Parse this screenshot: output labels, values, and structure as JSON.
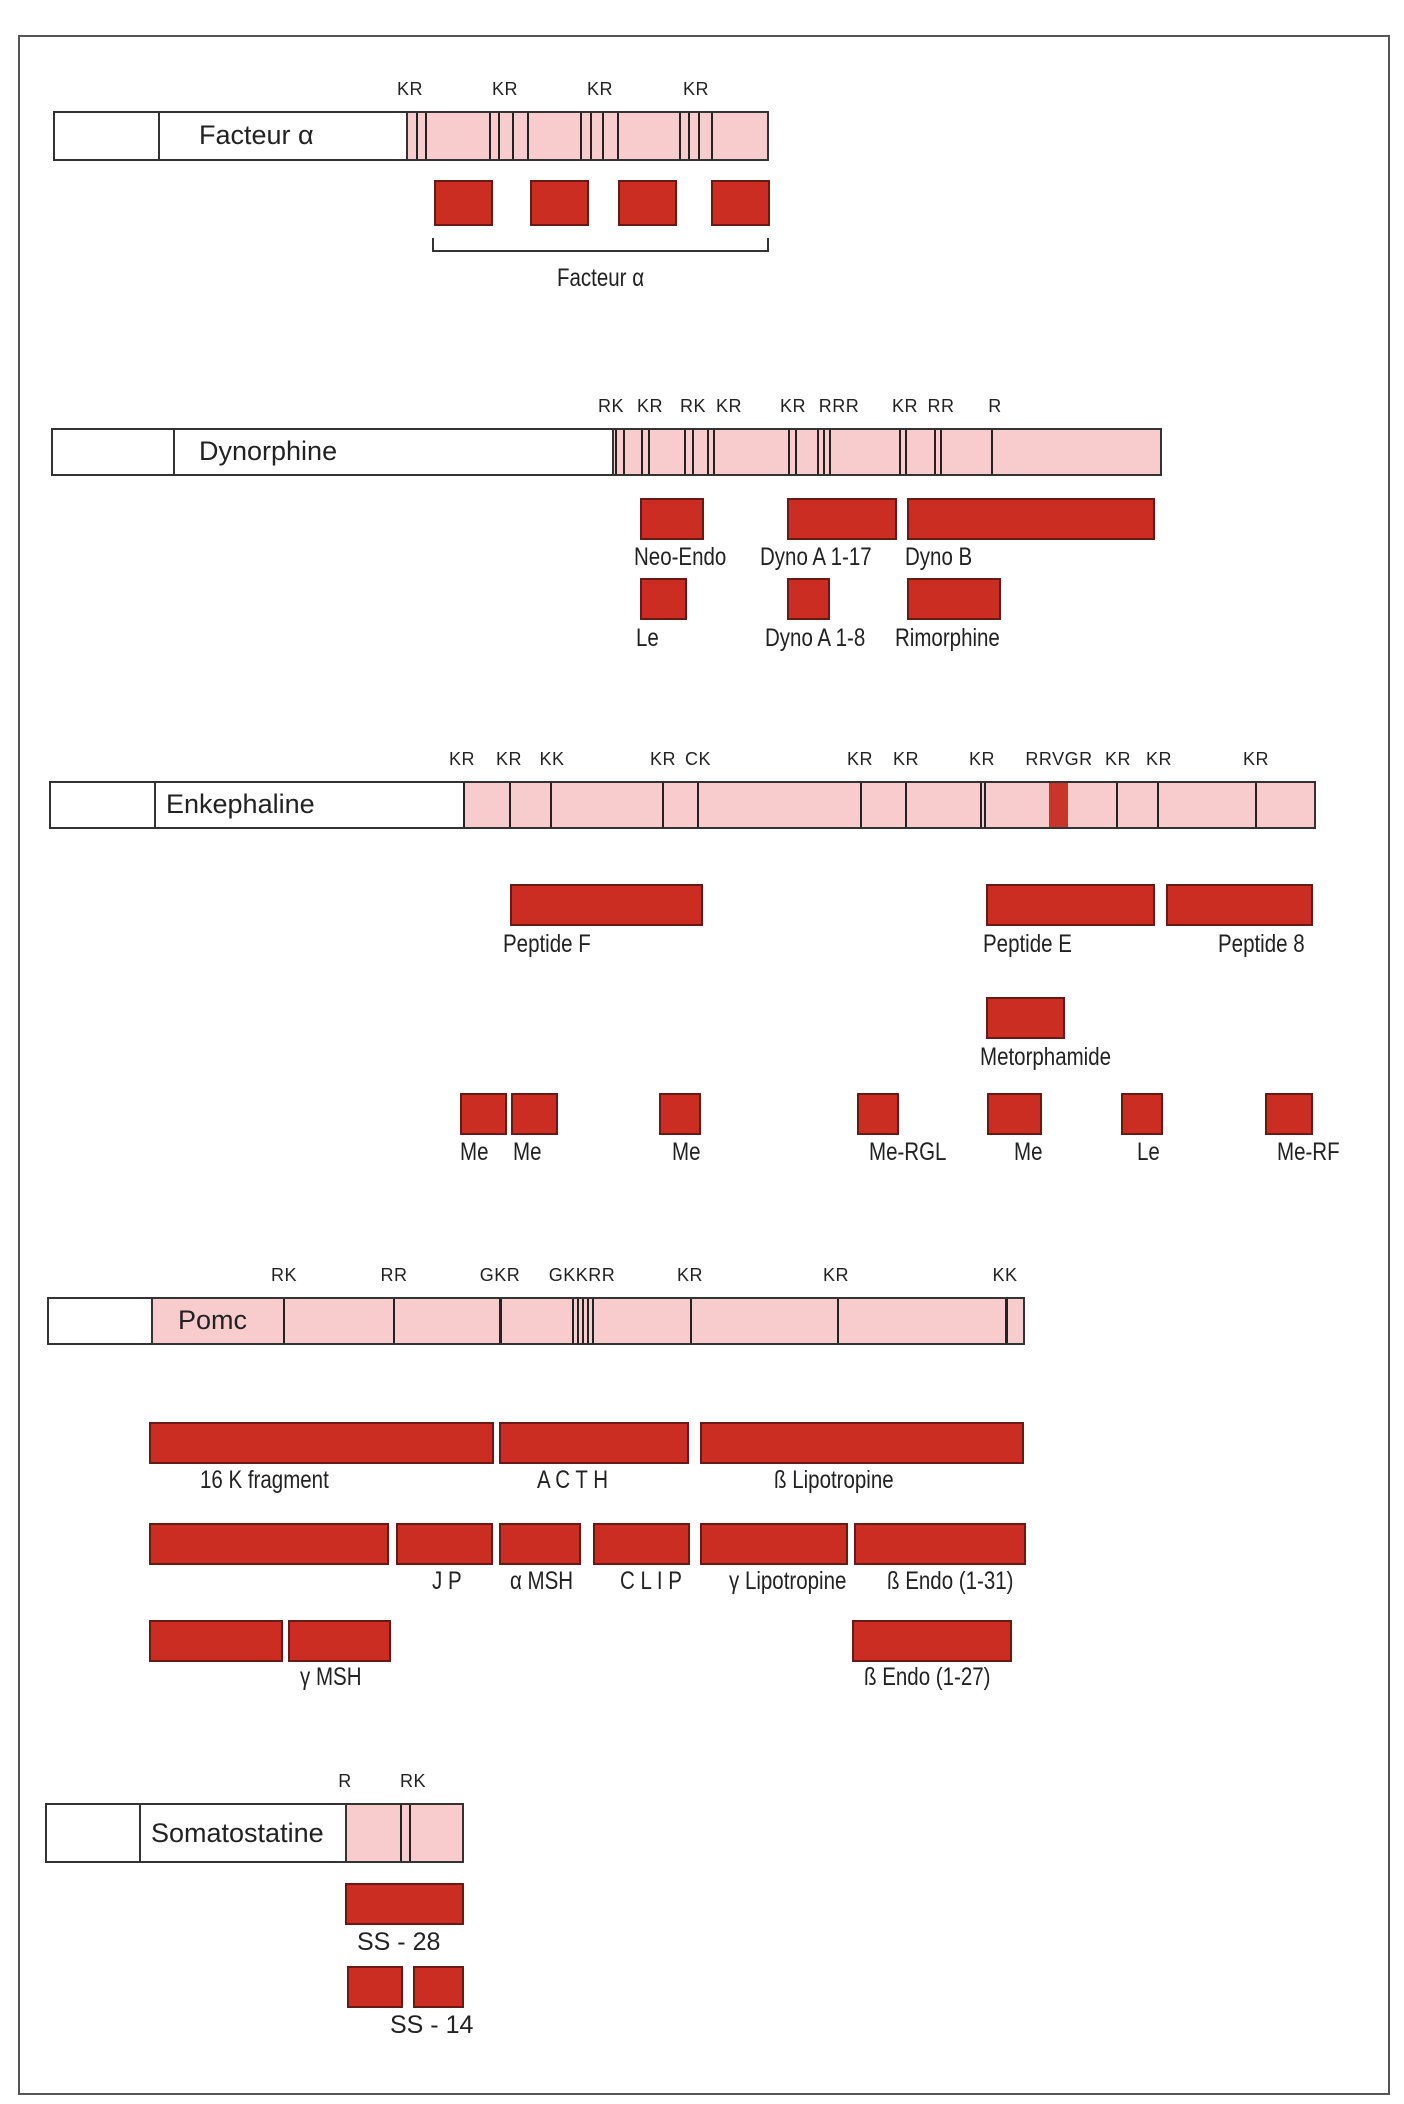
{
  "precursors": {
    "facteur": {
      "name": "Facteur α",
      "sites": [
        "KR",
        "KR",
        "KR",
        "KR"
      ],
      "product": "Facteur α"
    },
    "dynorphine": {
      "name": "Dynorphine",
      "sites": [
        "RK",
        "KR",
        "RK",
        "KR",
        "KR",
        "RRR",
        "KR",
        "RR",
        "R"
      ],
      "peptides": [
        "Neo-Endo",
        "Dyno A 1-17",
        "Dyno B",
        "Le",
        "Dyno A 1-8",
        "Rimorphine"
      ]
    },
    "enkephaline": {
      "name": "Enkephaline",
      "sites": [
        "KR",
        "KR",
        "KK",
        "KR",
        "CK",
        "KR",
        "KR",
        "KR",
        "RRVGR",
        "KR",
        "KR",
        "KR"
      ],
      "peptides": [
        "Peptide F",
        "Peptide E",
        "Peptide 8",
        "Metorphamide",
        "Me",
        "Me",
        "Me",
        "Me-RGL",
        "Me",
        "Le",
        "Me-RF"
      ]
    },
    "pomc": {
      "name": "Pomc",
      "sites": [
        "RK",
        "RR",
        "GKR",
        "GKKRR",
        "KR",
        "KR",
        "KK"
      ],
      "peptides": [
        "16 K fragment",
        "A C T H",
        "ß Lipotropine",
        "J P",
        "α MSH",
        "C L I P",
        "γ Lipotropine",
        "ß Endo (1-31)",
        "γ MSH",
        "ß Endo (1-27)"
      ]
    },
    "somatostatine": {
      "name": "Somatostatine",
      "sites": [
        "R",
        "RK"
      ],
      "peptides": [
        "SS - 28",
        "SS - 14"
      ]
    }
  },
  "colors": {
    "peptide": "#cc2d22",
    "precursor": "#f8cccc",
    "signal": "#ffffff"
  }
}
